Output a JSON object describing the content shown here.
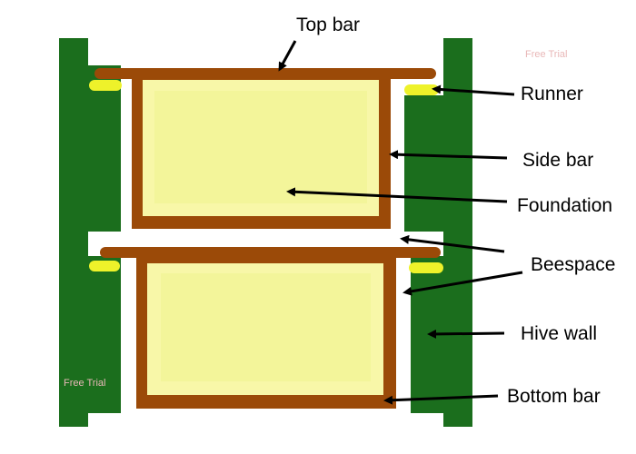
{
  "labels": {
    "top_bar": "Top bar",
    "runner": "Runner",
    "side_bar": "Side bar",
    "foundation": "Foundation",
    "beespace": "Beespace",
    "hive_wall": "Hive wall",
    "bottom_bar": "Bottom bar"
  },
  "watermarks": {
    "top_right": "Free Trial",
    "bottom_left": "Free Trial"
  },
  "colors": {
    "hive_wall": "#1b6e1d",
    "frame_wood": "#9b4a08",
    "foundation_outer": "#f8f7a8",
    "foundation_inner": "#f3f59a",
    "runner": "#eef22a",
    "arrow": "#000000"
  }
}
